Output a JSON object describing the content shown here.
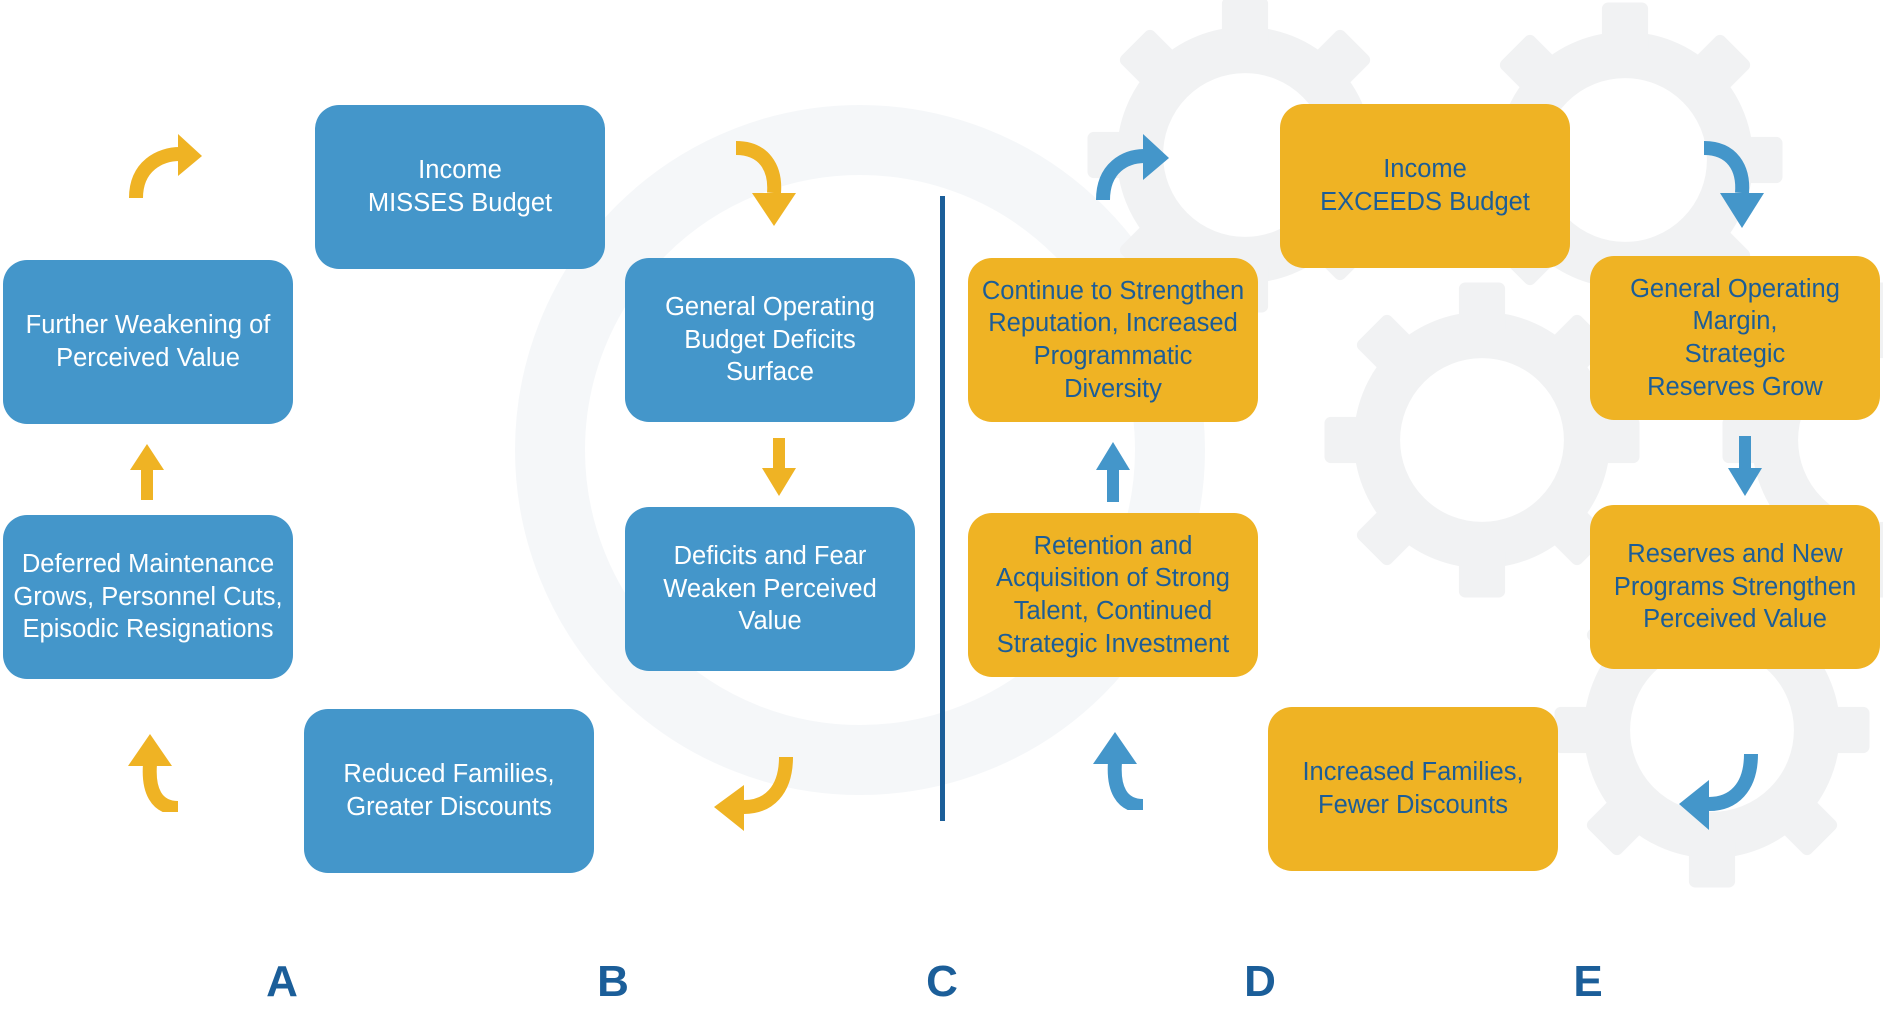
{
  "colors": {
    "blue": "#4496ca",
    "gold": "#efb324",
    "navy": "#1b5e99",
    "gear": "#f2f3f4"
  },
  "left_cycle": {
    "income": "Income\nMISSES Budget",
    "deficits_surface": "General Operating\nBudget Deficits\nSurface",
    "weaken_value": "Deficits and Fear\nWeaken Perceived\nValue",
    "reduced_families": "Reduced Families,\nGreater Discounts",
    "deferred_maintenance": "Deferred Maintenance\nGrows, Personnel Cuts,\nEpisodic Resignations",
    "further_weakening": "Further Weakening of\nPerceived Value"
  },
  "right_cycle": {
    "income": "Income\nEXCEEDS Budget",
    "margin_reserves": "General Operating\nMargin,\nStrategic\nReserves Grow",
    "reserves_programs": "Reserves and New\nPrograms Strengthen\nPerceived Value",
    "increased_families": "Increased Families,\nFewer Discounts",
    "retention_talent": "Retention and\nAcquisition of Strong\nTalent, Continued\nStrategic Investment",
    "strengthen_reputation": "Continue to Strengthen\nReputation, Increased\nProgrammatic\nDiversity"
  },
  "column_letters": [
    "A",
    "B",
    "C",
    "D",
    "E"
  ],
  "icons": {
    "curved": "curved-arrow-icon",
    "straight": "down-arrow-icon",
    "gear": "gear-icon"
  }
}
